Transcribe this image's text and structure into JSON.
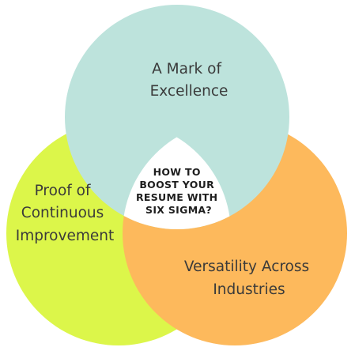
{
  "diagram": {
    "center": {
      "lines": [
        "HOW TO",
        "BOOST YOUR",
        "RESUME WITH",
        "SIX SIGMA?"
      ],
      "fill": "#ffffff"
    },
    "circles": [
      {
        "id": "excellence",
        "lines": [
          "A Mark of",
          "Excellence"
        ],
        "color": "#bde3dc"
      },
      {
        "id": "improvement",
        "lines": [
          "Proof of",
          "Continuous",
          "Improvement"
        ],
        "color": "#dcf64a"
      },
      {
        "id": "versatility",
        "lines": [
          "Versatility Across",
          "Industries"
        ],
        "color": "#fdb95c"
      }
    ]
  }
}
